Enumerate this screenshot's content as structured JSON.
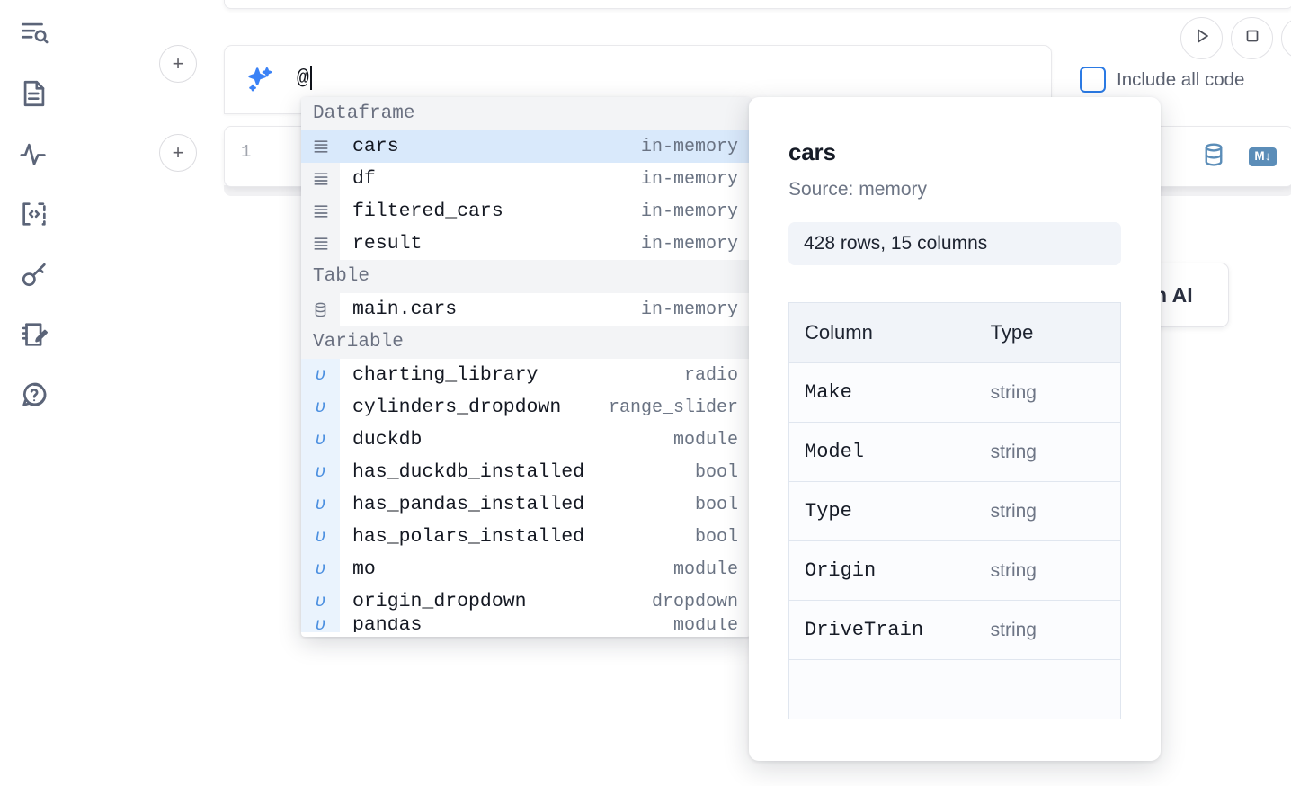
{
  "sidebar": {
    "items": [
      {
        "icon": "file-search-icon",
        "name": "sidebar-item-explorer"
      },
      {
        "icon": "document-icon",
        "name": "sidebar-item-outline"
      },
      {
        "icon": "activity-pulse-icon",
        "name": "sidebar-item-variables"
      },
      {
        "icon": "code-brackets-icon",
        "name": "sidebar-item-snippets"
      },
      {
        "icon": "key-icon",
        "name": "sidebar-item-secrets"
      },
      {
        "icon": "notebook-edit-icon",
        "name": "sidebar-item-scratchpad"
      },
      {
        "icon": "help-chat-icon",
        "name": "sidebar-item-help"
      }
    ]
  },
  "toolbar": {
    "run_icon": "play-icon",
    "stop_icon": "stop-icon",
    "include_all_code_label": "Include all code",
    "include_all_code_checked": false
  },
  "ai_cell": {
    "icon": "sparkle-ai-icon",
    "value": "@",
    "add_cell_label": "+"
  },
  "code_cell": {
    "line_number": "1",
    "database_icon": "database-icon",
    "markdown_badge": "M↓"
  },
  "ai_chip": {
    "label": "h AI"
  },
  "autocomplete": {
    "groups": [
      {
        "label": "Dataframe",
        "items": [
          {
            "icon": "dataframe-icon",
            "name": "cars",
            "meta": "in-memory",
            "selected": true,
            "kind": "frame"
          },
          {
            "icon": "dataframe-icon",
            "name": "df",
            "meta": "in-memory",
            "selected": false,
            "kind": "frame"
          },
          {
            "icon": "dataframe-icon",
            "name": "filtered_cars",
            "meta": "in-memory",
            "selected": false,
            "kind": "frame"
          },
          {
            "icon": "dataframe-icon",
            "name": "result",
            "meta": "in-memory",
            "selected": false,
            "kind": "frame"
          }
        ]
      },
      {
        "label": "Table",
        "items": [
          {
            "icon": "table-db-icon",
            "name": "main.cars",
            "meta": "in-memory",
            "selected": false,
            "kind": "table"
          }
        ]
      },
      {
        "label": "Variable",
        "items": [
          {
            "icon": "variable-icon",
            "name": "charting_library",
            "meta": "radio",
            "selected": false,
            "kind": "var"
          },
          {
            "icon": "variable-icon",
            "name": "cylinders_dropdown",
            "meta": "range_slider",
            "selected": false,
            "kind": "var"
          },
          {
            "icon": "variable-icon",
            "name": "duckdb",
            "meta": "module",
            "selected": false,
            "kind": "var"
          },
          {
            "icon": "variable-icon",
            "name": "has_duckdb_installed",
            "meta": "bool",
            "selected": false,
            "kind": "var"
          },
          {
            "icon": "variable-icon",
            "name": "has_pandas_installed",
            "meta": "bool",
            "selected": false,
            "kind": "var"
          },
          {
            "icon": "variable-icon",
            "name": "has_polars_installed",
            "meta": "bool",
            "selected": false,
            "kind": "var"
          },
          {
            "icon": "variable-icon",
            "name": "mo",
            "meta": "module",
            "selected": false,
            "kind": "var"
          },
          {
            "icon": "variable-icon",
            "name": "origin_dropdown",
            "meta": "dropdown",
            "selected": false,
            "kind": "var"
          }
        ]
      }
    ]
  },
  "info_panel": {
    "title": "cars",
    "source": "Source: memory",
    "shape": "428 rows, 15 columns",
    "columns_header": "Column",
    "type_header": "Type",
    "rows": [
      {
        "column": "Make",
        "type": "string"
      },
      {
        "column": "Model",
        "type": "string"
      },
      {
        "column": "Type",
        "type": "string"
      },
      {
        "column": "Origin",
        "type": "string"
      },
      {
        "column": "DriveTrain",
        "type": "string"
      }
    ]
  },
  "colors": {
    "accent_blue": "#3b82f6",
    "selection_blue": "#d9e9fb",
    "icon_steel": "#5b8db8",
    "text_dark": "#141822",
    "text_muted": "#6a7383"
  }
}
